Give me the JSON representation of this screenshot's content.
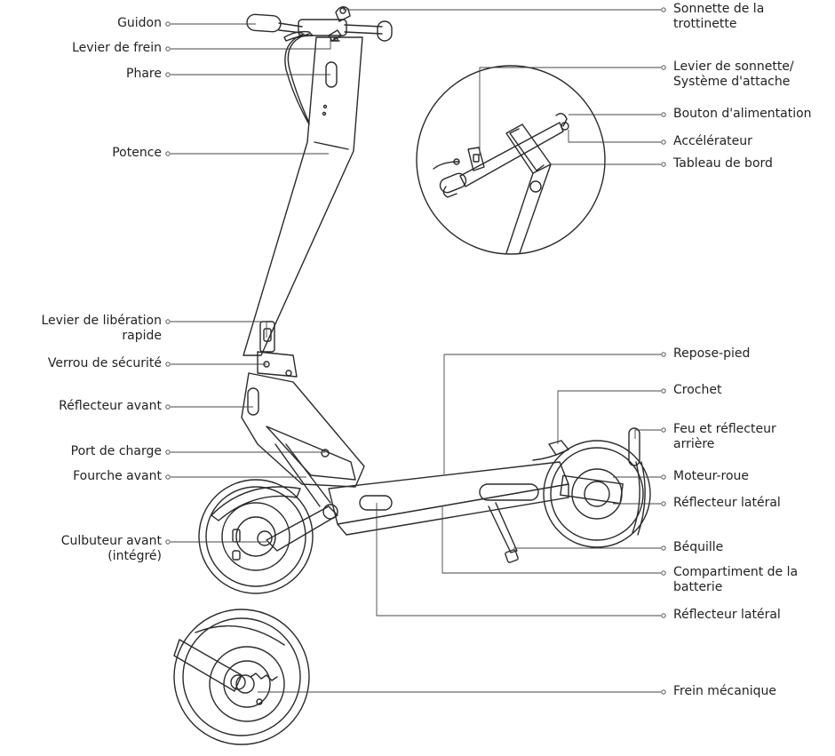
{
  "labels": {
    "guidon": "Guidon",
    "levier_frein": "Levier de frein",
    "phare": "Phare",
    "potence": "Potence",
    "levier_liberation": "Levier de libération\nrapide",
    "verrou": "Verrou de sécurité",
    "reflecteur_avant": "Réflecteur avant",
    "port_charge": "Port de charge",
    "fourche_avant": "Fourche avant",
    "culbuteur": "Culbuteur avant\n(intégré)",
    "sonnette": "Sonnette de la\ntrottinette",
    "levier_sonnette": "Levier de sonnette/\nSystème d'attache",
    "bouton_alim": "Bouton d'alimentation",
    "accelerateur": "Accélérateur",
    "tableau": "Tableau de bord",
    "repose_pied": "Repose-pied",
    "crochet": "Crochet",
    "feu_arriere": "Feu et réflecteur\narrière",
    "moteur_roue": "Moteur-roue",
    "reflecteur_lateral_1": "Réflecteur latéral",
    "bequille": "Béquille",
    "compartiment": "Compartiment de la\nbatterie",
    "reflecteur_lateral_2": "Réflecteur latéral",
    "frein_meca": "Frein mécanique"
  }
}
